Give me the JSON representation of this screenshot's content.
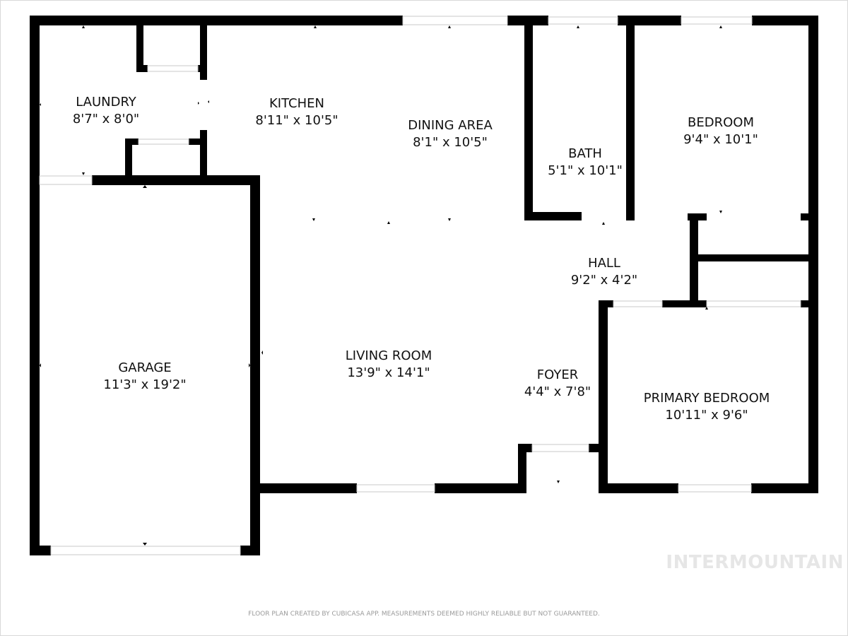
{
  "rooms": [
    {
      "name": "LAUNDRY",
      "size": "8'7\" x 8'0\""
    },
    {
      "name": "KITCHEN",
      "size": "8'11\" x 10'5\""
    },
    {
      "name": "DINING AREA",
      "size": "8'1\" x 10'5\""
    },
    {
      "name": "BATH",
      "size": "5'1\" x 10'1\""
    },
    {
      "name": "BEDROOM",
      "size": "9'4\" x 10'1\""
    },
    {
      "name": "HALL",
      "size": "9'2\" x 4'2\""
    },
    {
      "name": "GARAGE",
      "size": "11'3\" x 19'2\""
    },
    {
      "name": "LIVING ROOM",
      "size": "13'9\" x 14'1\""
    },
    {
      "name": "FOYER",
      "size": "4'4\" x 7'8\""
    },
    {
      "name": "PRIMARY BEDROOM",
      "size": "10'11\" x 9'6\""
    }
  ],
  "watermark": "INTERMOUNTAIN",
  "footer": "FLOOR PLAN CREATED BY CUBICASA APP. MEASUREMENTS DEEMED HIGHLY RELIABLE BUT NOT GUARANTEED."
}
